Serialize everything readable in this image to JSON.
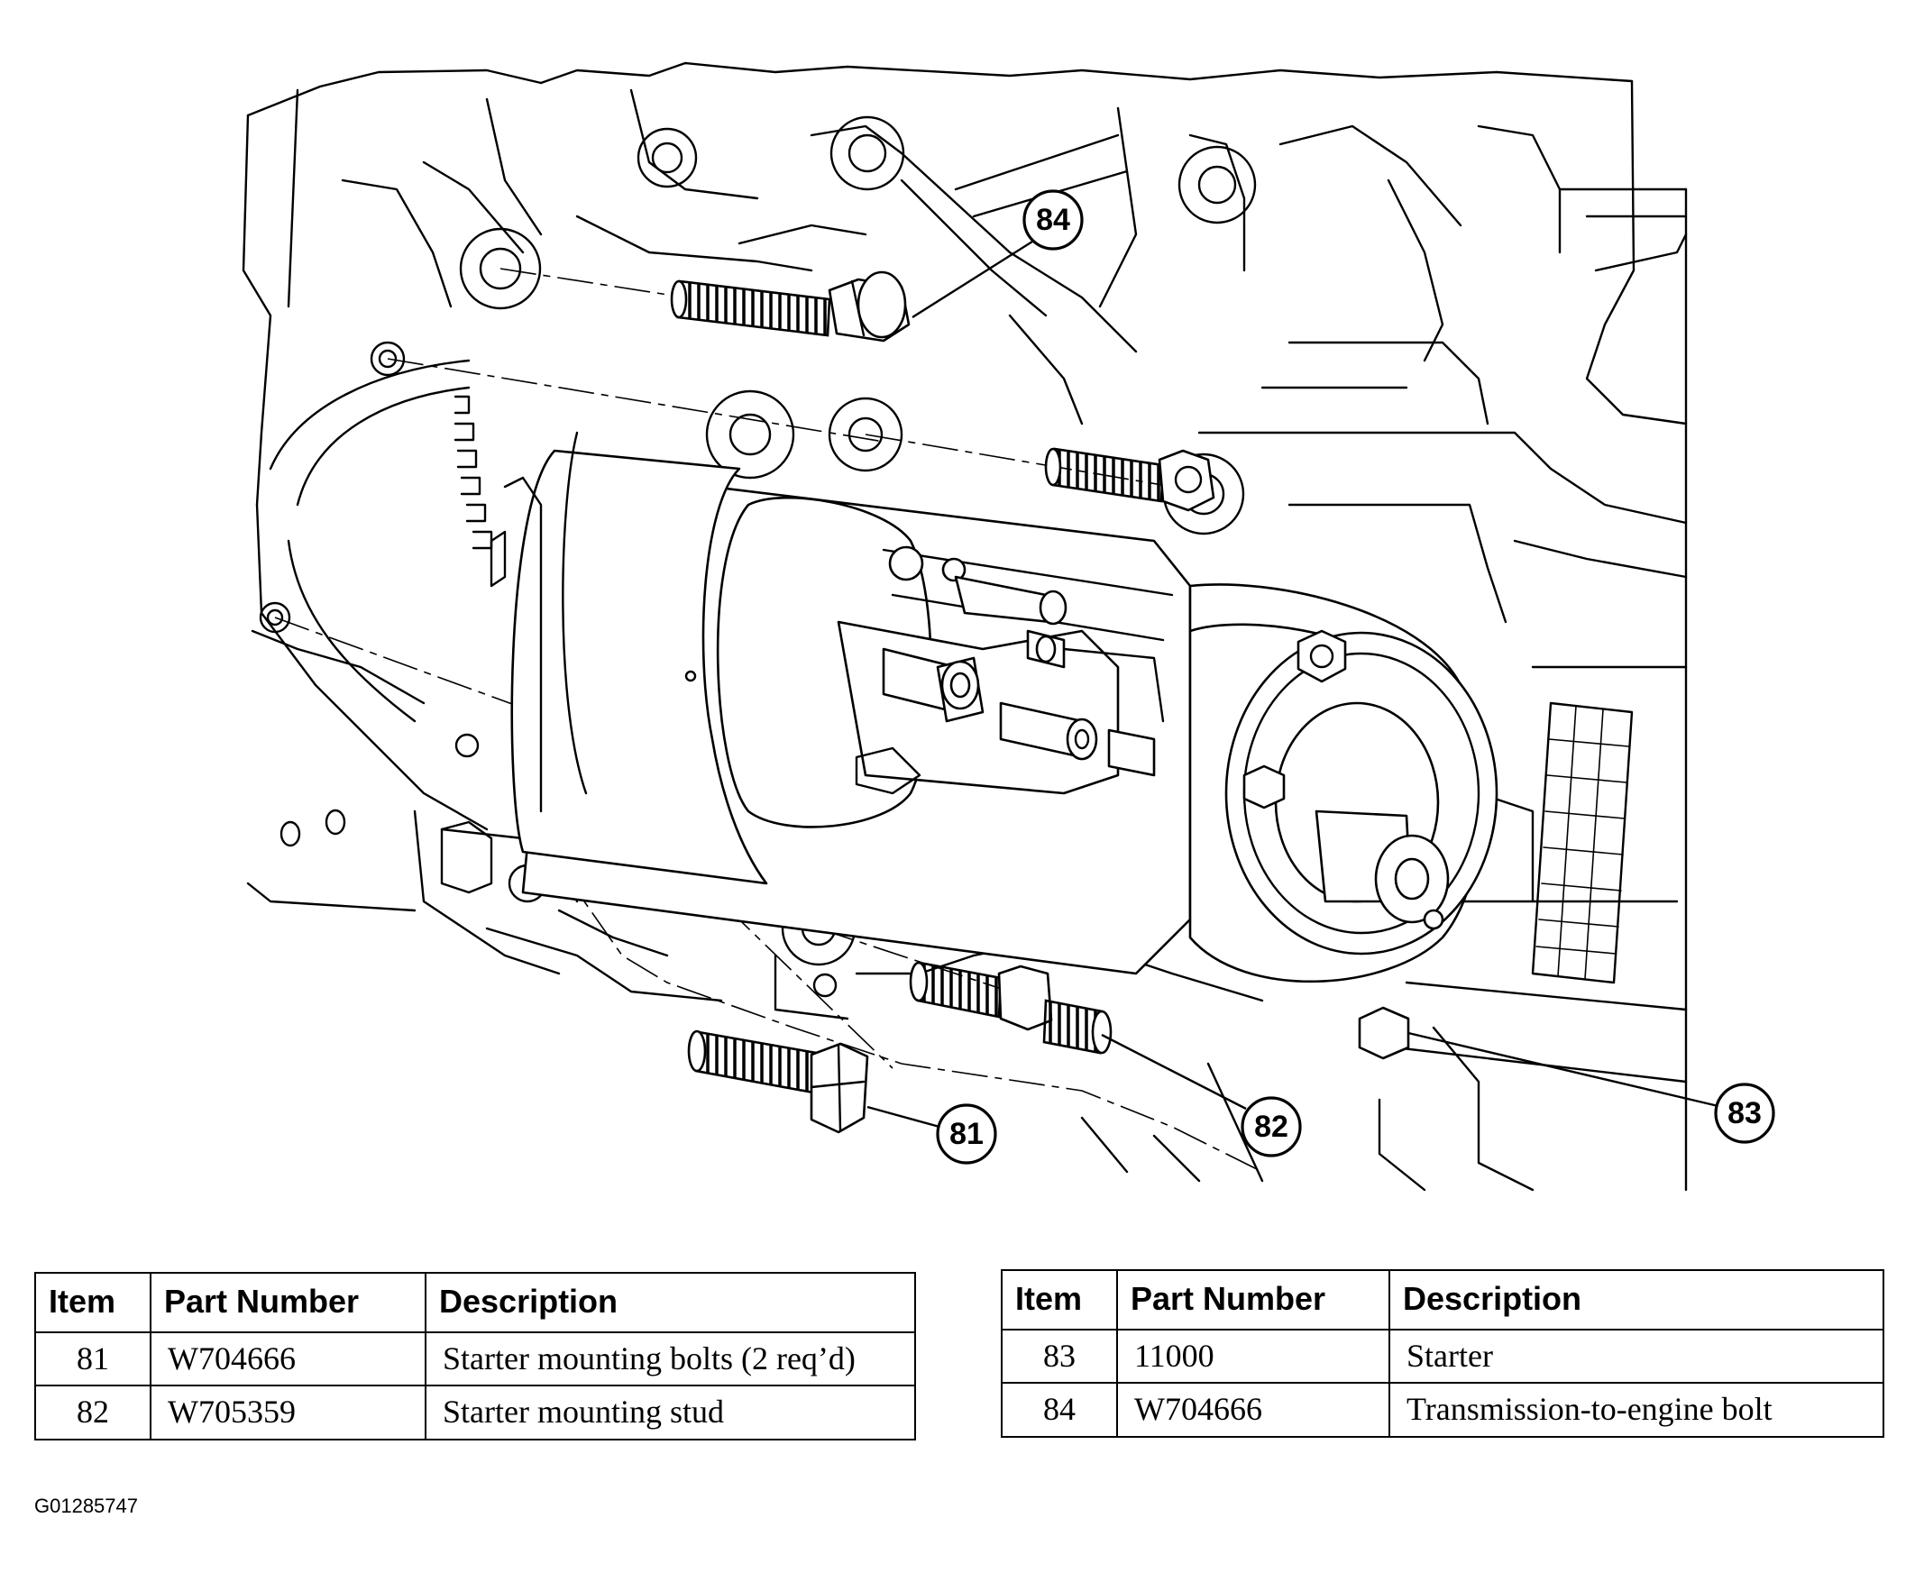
{
  "callouts": [
    "81",
    "82",
    "83",
    "84"
  ],
  "table_left": {
    "headers": [
      "Item",
      "Part Number",
      "Description"
    ],
    "rows": [
      {
        "item": "81",
        "part": "W704666",
        "desc": "Starter mounting bolts (2 req’d)"
      },
      {
        "item": "82",
        "part": "W705359",
        "desc": "Starter mounting stud"
      }
    ]
  },
  "table_right": {
    "headers": [
      "Item",
      "Part Number",
      "Description"
    ],
    "rows": [
      {
        "item": "83",
        "part": "11000",
        "desc": "Starter"
      },
      {
        "item": "84",
        "part": "W704666",
        "desc": "Transmission-to-engine bolt"
      }
    ]
  },
  "figure_id": "G01285747"
}
